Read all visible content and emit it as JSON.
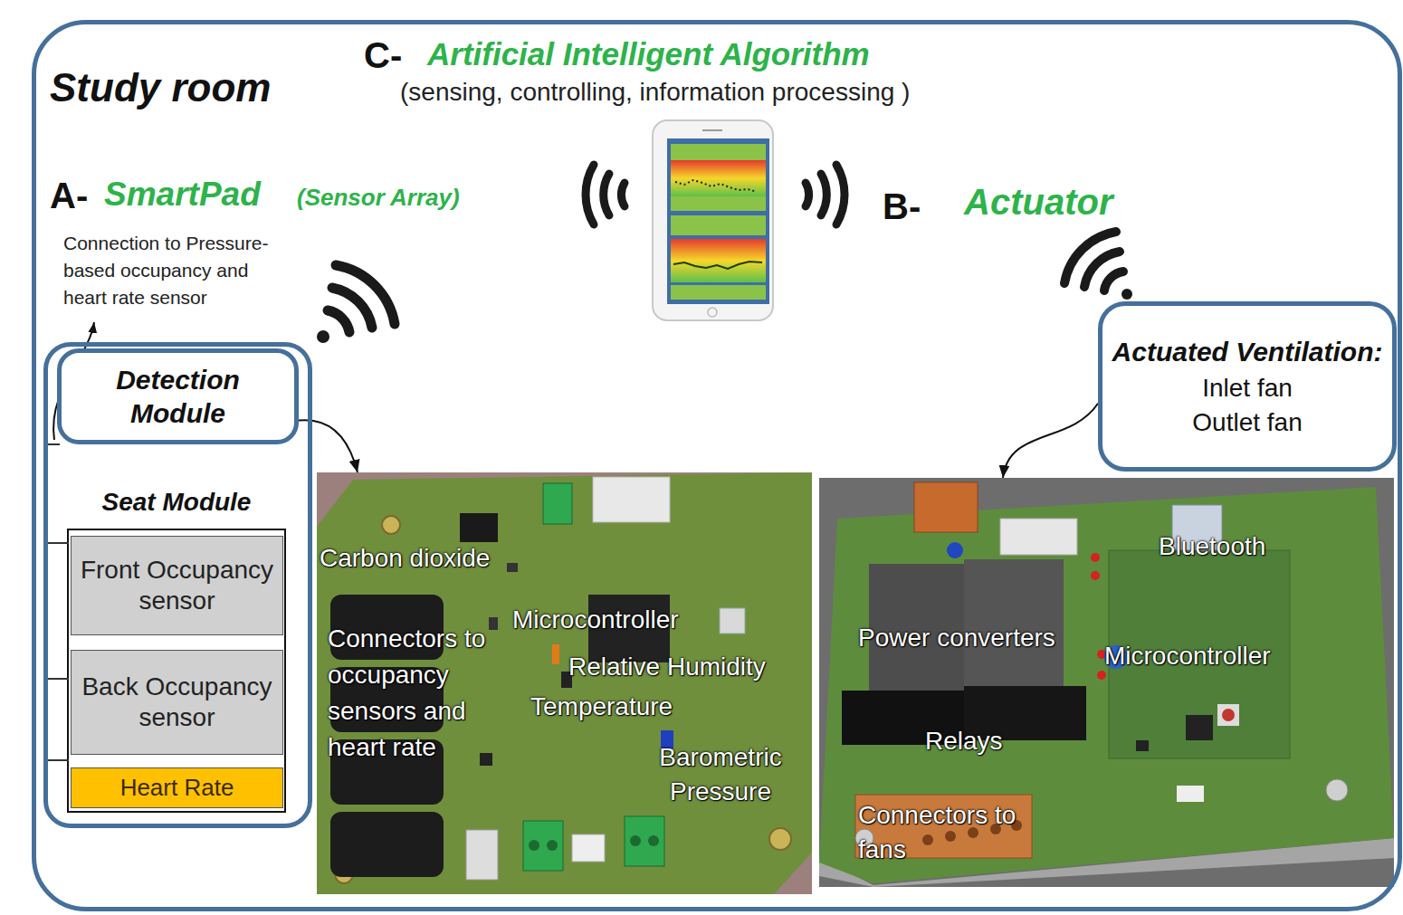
{
  "diagram": {
    "nodes": [
      {
        "text": [
          "Study room"
        ]
      },
      {
        "text": [
          "Seat Module"
        ],
        "in": 0
      },
      {
        "text": [
          "Detection Module"
        ],
        "in": 1
      },
      {
        "text": [
          "Front Occupancy sensor"
        ],
        "in": 1
      },
      {
        "text": [
          "Back Occupancy sensor"
        ],
        "in": 1
      },
      {
        "text": [
          "Heart Rate"
        ],
        "in": 1
      },
      {
        "text": [
          "Carbon dioxide",
          "Microcontroller",
          "Connectors to occupancy sensors and heart rate",
          "Relative Humidity",
          "Temperature",
          "Barometric Pressure"
        ],
        "in": 0
      },
      {
        "text": [
          "Actuated Ventilation:",
          "Inlet fan Outlet fan"
        ],
        "in": 0
      },
      {
        "text": [
          "Bluetooth",
          "Power converters",
          "Microcontroller",
          "Relays",
          "Connectors to fans"
        ],
        "in": 0
      }
    ],
    "edges": [
      {
        "from": 2,
        "to": 6,
        "arrow": "to"
      },
      {
        "from": 7,
        "to": 8,
        "arrow": "to"
      }
    ],
    "labels": [
      "C-",
      "Artificial Intelligent Algorithm",
      "(sensing, controlling, information processing )",
      "A-",
      "SmartPad",
      "(Sensor Array)",
      "Connection to Pressure-based occupancy and heart rate sensor",
      "B-",
      "Actuator"
    ]
  }
}
